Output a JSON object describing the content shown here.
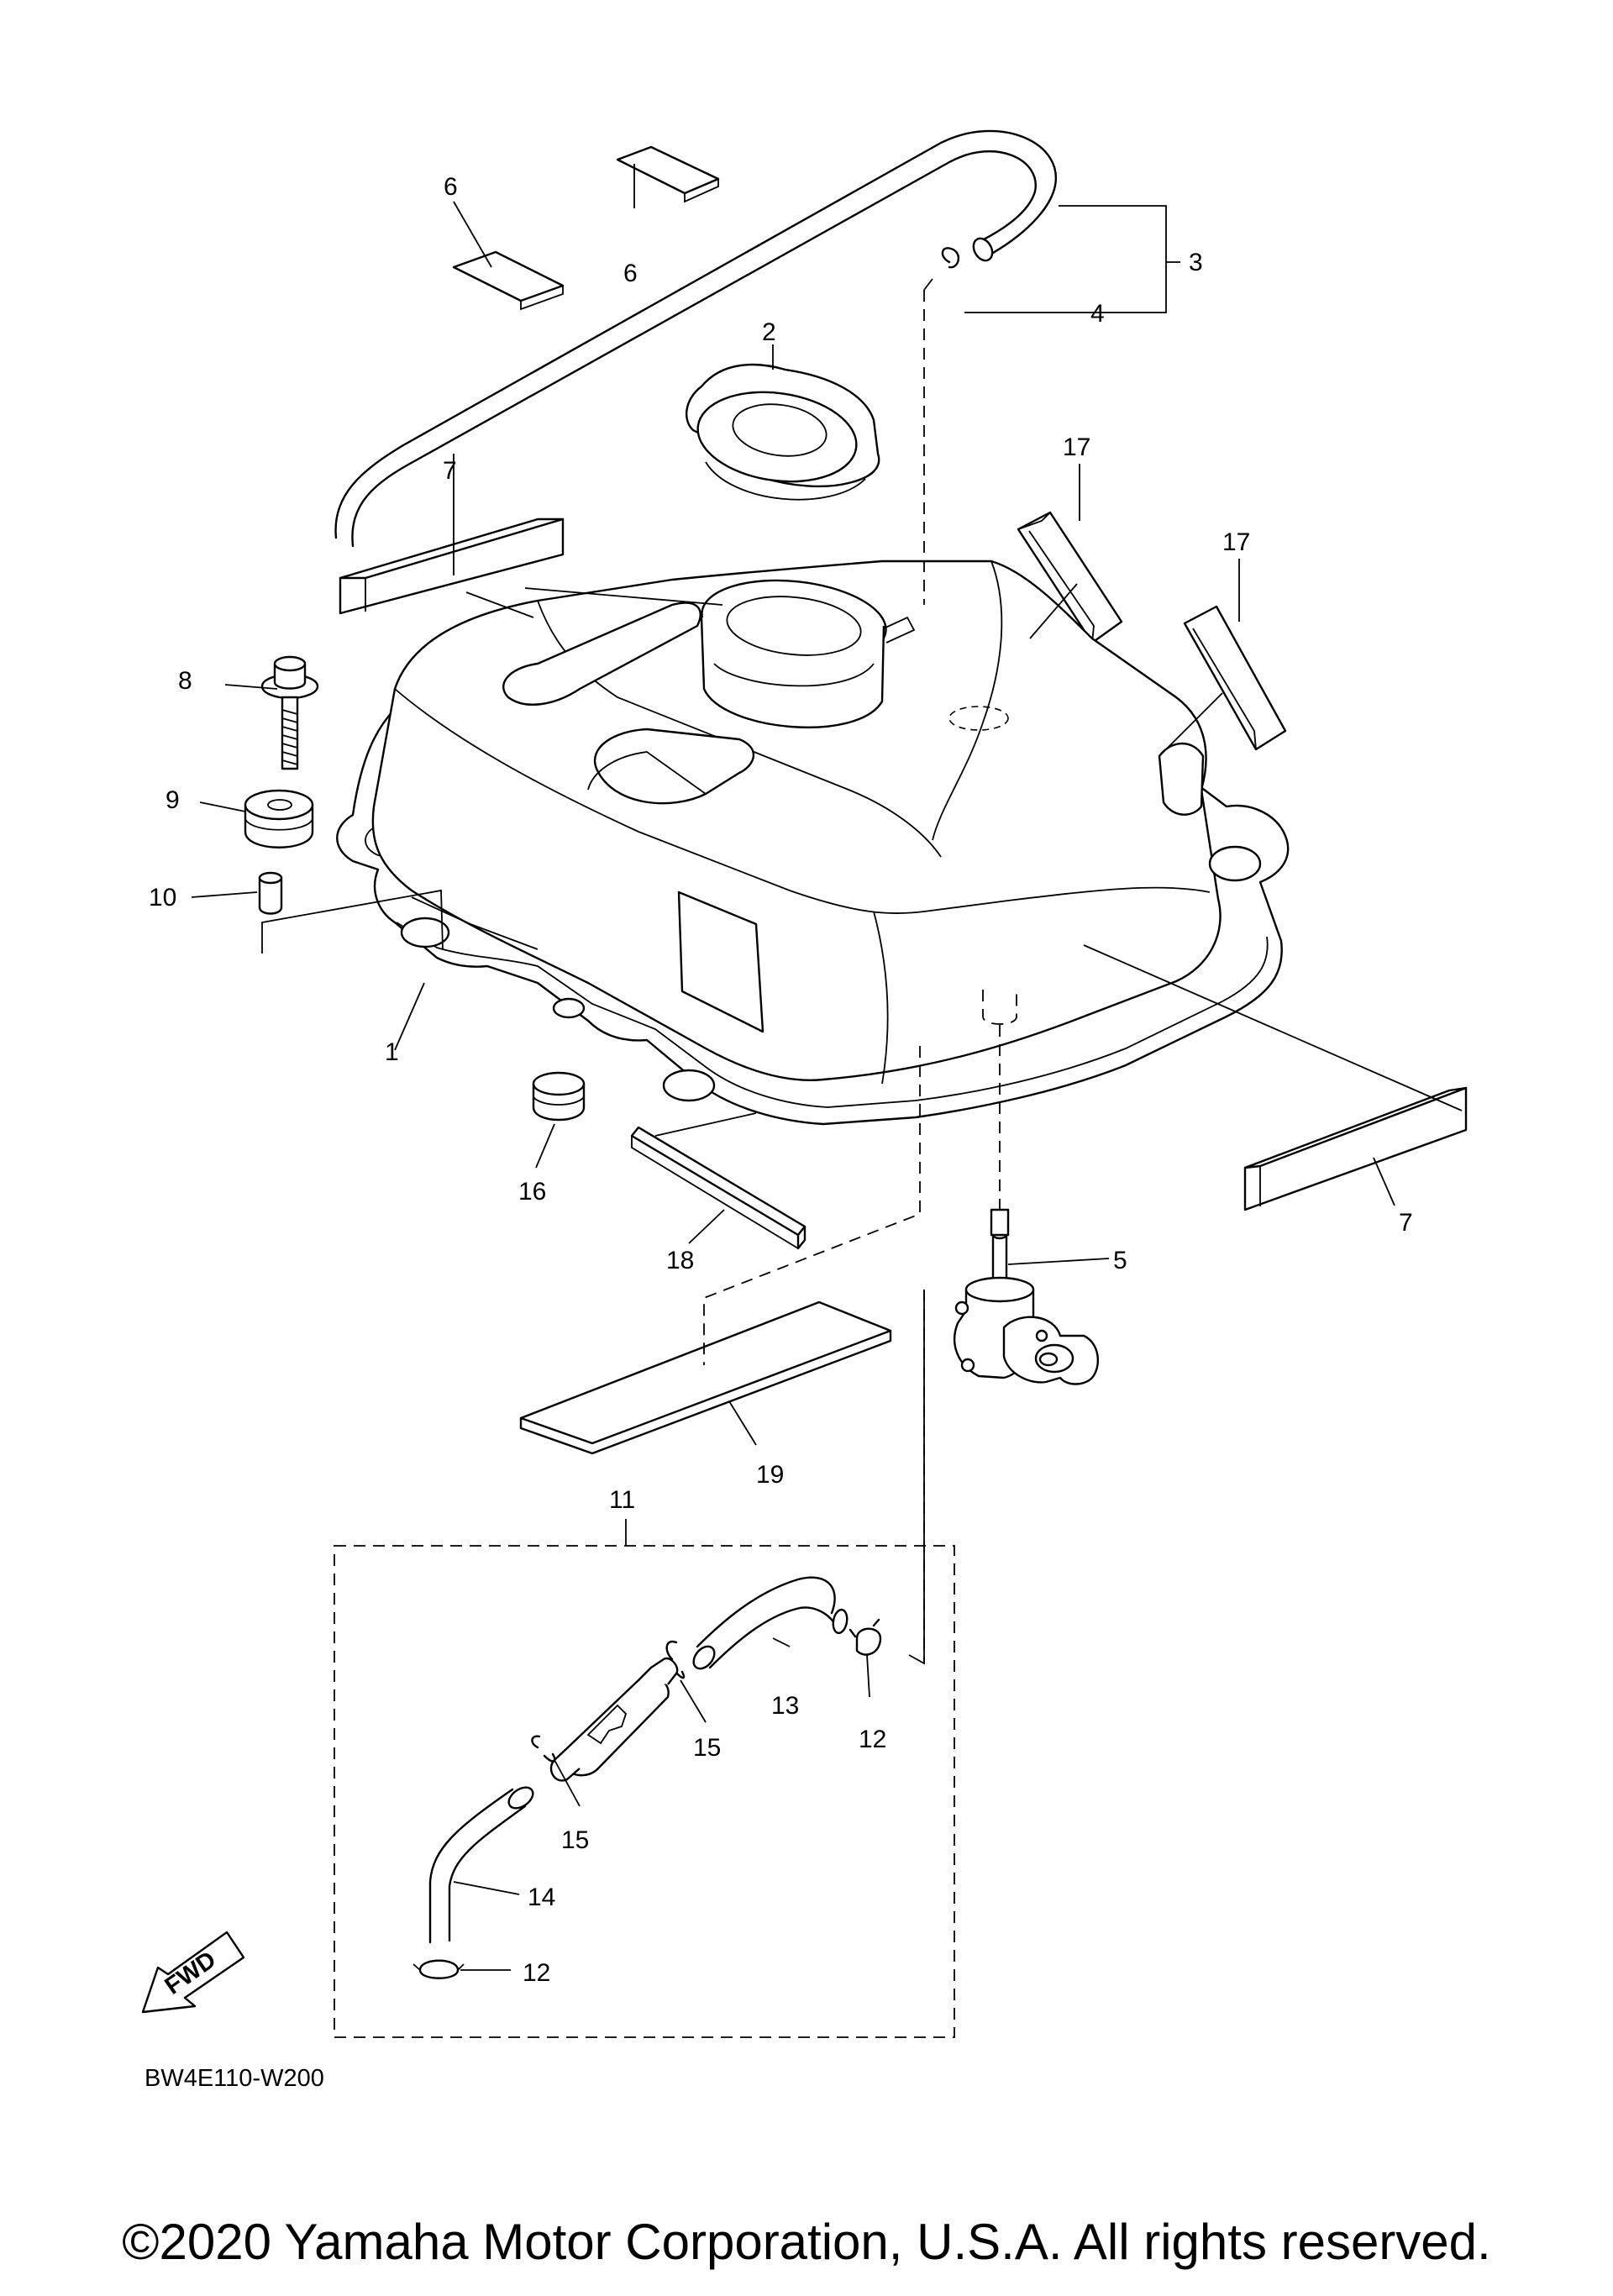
{
  "diagram": {
    "callouts": [
      "1",
      "2",
      "3",
      "4",
      "5",
      "6",
      "6",
      "7",
      "7",
      "8",
      "9",
      "10",
      "11",
      "12",
      "12",
      "13",
      "14",
      "15",
      "15",
      "16",
      "17",
      "17",
      "18",
      "19"
    ],
    "fwd_label": "FWD",
    "diagram_code": "BW4E110-W200"
  },
  "footer": {
    "copyright": "©2020 Yamaha Motor Corporation, U.S.A. All rights reserved."
  }
}
